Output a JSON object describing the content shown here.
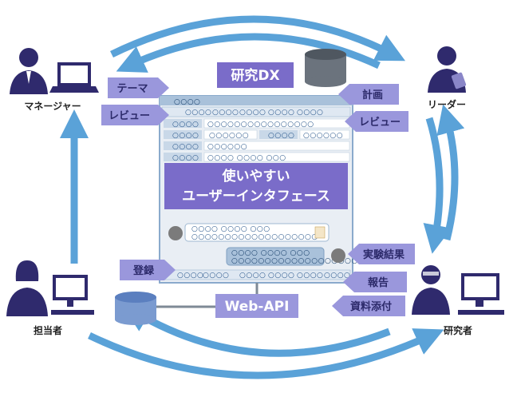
{
  "roles": {
    "manager": "マネージャー",
    "leader": "リーダー",
    "staff": "担当者",
    "researcher": "研究者"
  },
  "title": "研究DX",
  "center_label": [
    "使いやすい",
    "ユーザーインタフェース"
  ],
  "api_label": "Web-API",
  "tags": {
    "theme": "テーマ",
    "review_left": "レビュー",
    "plan": "計画",
    "review_right": "レビュー",
    "register": "登録",
    "experiment": "実験結果",
    "report": "報告",
    "attach": "資料添付"
  },
  "placeholders": {
    "short": "○○○○",
    "medium": "○○○○○○",
    "long": "○○○○○○○○○○○○○○○○",
    "bubble1": "○○○○ ○○○○ ○○○",
    "bubble2": "○○○○○○○○○○○○○○○○○○○",
    "bubble3": "○○○○ ○○○○ ○○○"
  },
  "colors": {
    "arrow": "#5aa2d8",
    "tag": "#9a97dc",
    "center": "#7a6cc9",
    "person": "#2f2a6d",
    "window_border": "#8aaacc",
    "db_top": "#5a6470"
  }
}
